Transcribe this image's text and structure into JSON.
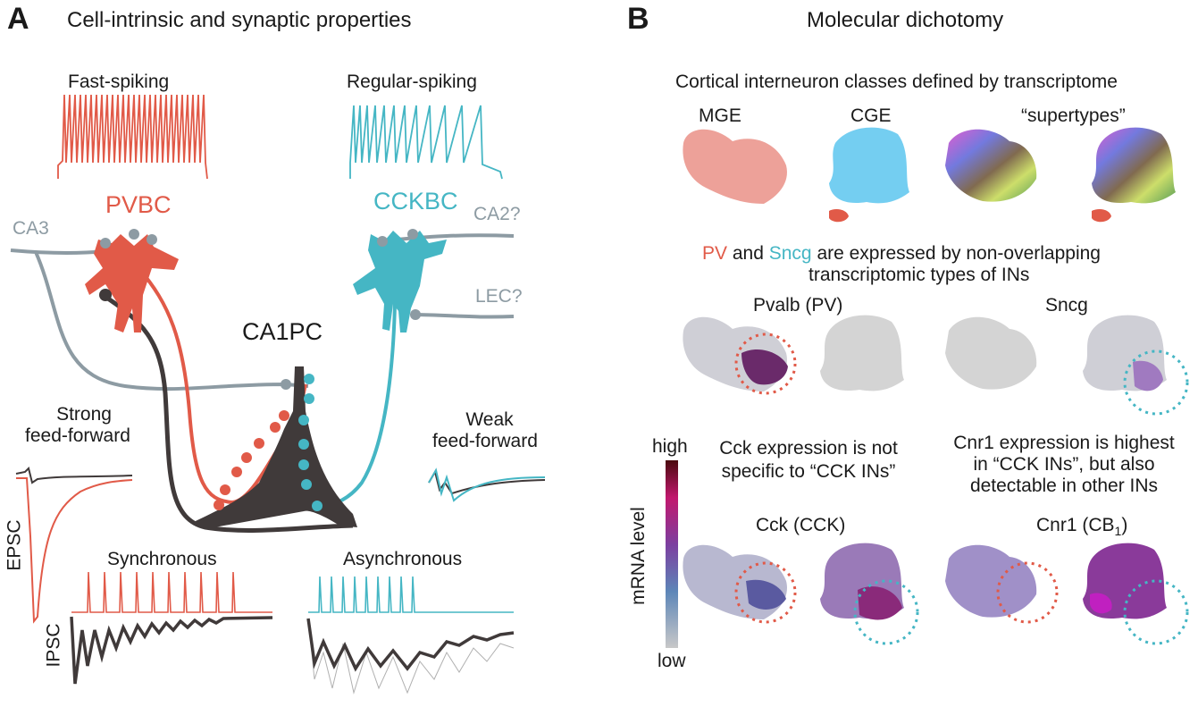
{
  "panel_a": {
    "letter": "A",
    "title": "Cell-intrinsic and synaptic properties",
    "fast_spiking": "Fast-spiking",
    "regular_spiking": "Regular-spiking",
    "pvbc": "PVBC",
    "cckbc": "CCKBC",
    "ca3": "CA3",
    "ca2": "CA2?",
    "lec": "LEC?",
    "ca1pc": "CA1PC",
    "strong": "Strong",
    "strong2": "feed-forward",
    "weak": "Weak",
    "weak2": "feed-forward",
    "epsc": "EPSC",
    "ipsc": "IPSC",
    "synchronous": "Synchronous",
    "asynchronous": "Asynchronous"
  },
  "panel_b": {
    "letter": "B",
    "title": "Molecular dichotomy",
    "classes_title": "Cortical interneuron classes defined by transcriptome",
    "mge": "MGE",
    "cge": "CGE",
    "supertypes": "“supertypes”",
    "pv_word": "PV",
    "and_word": " and ",
    "sncg_word": "Sncg",
    "expr_rest": " are expressed by non-overlapping",
    "expr_line2": "transcriptomic types of INs",
    "pvalb": "Pvalb (PV)",
    "sncg": "Sncg",
    "cck_note1": "Cck expression is not",
    "cck_note2": "specific to “CCK INs”",
    "cnr1_note1": "Cnr1 expression is highest",
    "cnr1_note2": "in “CCK INs”, but also",
    "cnr1_note3": "detectable in other INs",
    "cck": "Cck (CCK)",
    "cnr1": "Cnr1 (CB",
    "cnr1_sub": "1",
    "cnr1_close": ")",
    "scale_high": "high",
    "scale_low": "low",
    "scale_label": "mRNA level"
  },
  "colors": {
    "pv": "#e15a48",
    "cck": "#45b6c4",
    "pc": "#403a3a",
    "axon": "#8d9ba3"
  }
}
